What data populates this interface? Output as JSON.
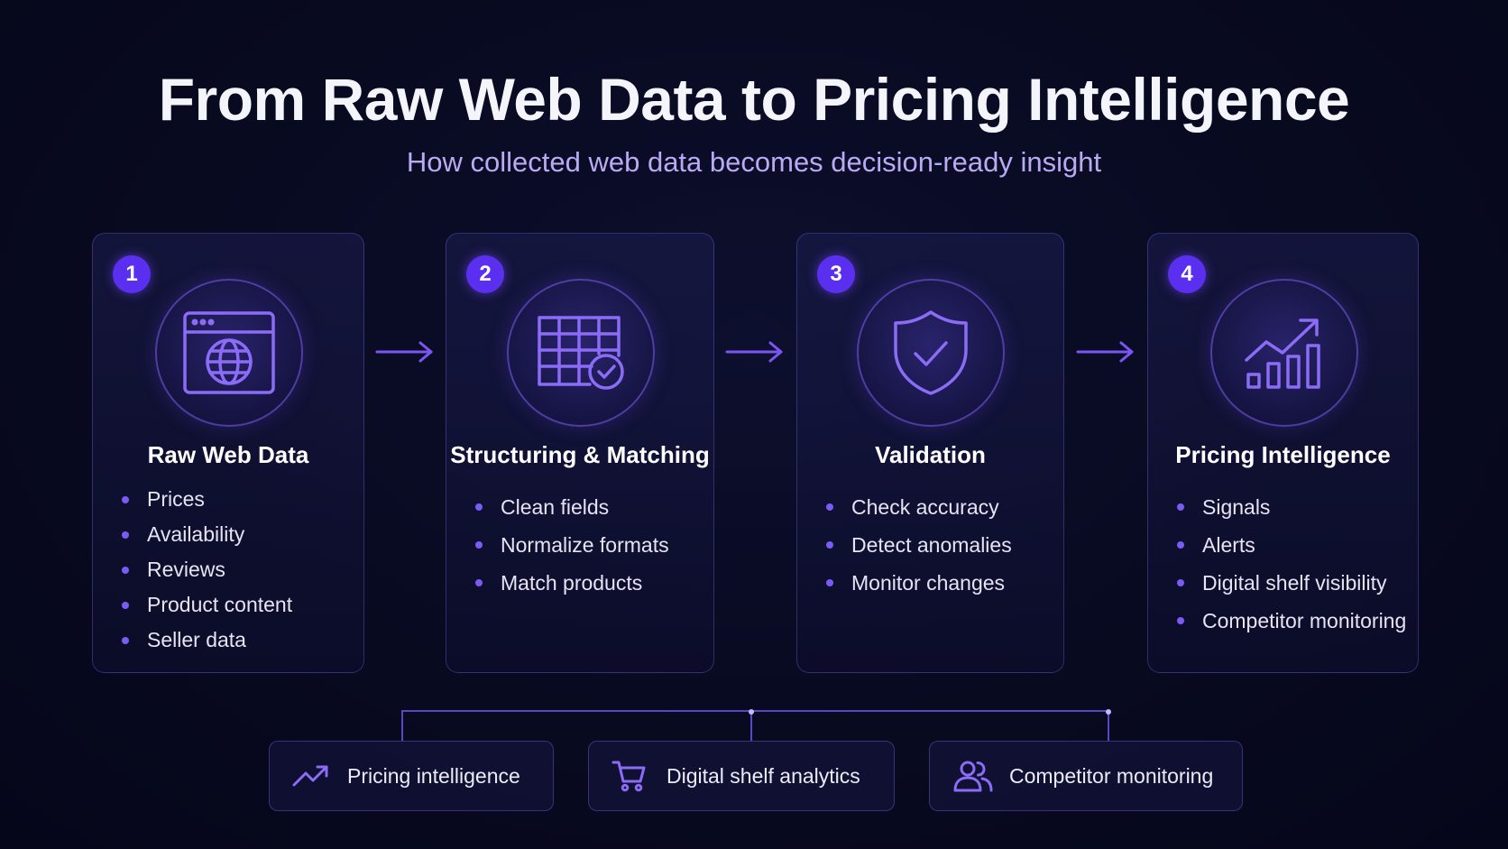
{
  "title": "From Raw Web Data to Pricing Intelligence",
  "subtitle": "How collected web data becomes decision-ready insight",
  "accent_color": "#5b2ff0",
  "steps": [
    {
      "number": "1",
      "title": "Raw Web Data",
      "icon": "browser-globe-icon",
      "items": [
        "Prices",
        "Availability",
        "Reviews",
        "Product content",
        "Seller data"
      ]
    },
    {
      "number": "2",
      "title": "Structuring & Matching",
      "icon": "table-check-icon",
      "items": [
        "Clean fields",
        "Normalize formats",
        "Match products"
      ]
    },
    {
      "number": "3",
      "title": "Validation",
      "icon": "shield-check-icon",
      "items": [
        "Check accuracy",
        "Detect anomalies",
        "Monitor changes"
      ]
    },
    {
      "number": "4",
      "title": "Pricing Intelligence",
      "icon": "bar-chart-trend-icon",
      "items": [
        "Signals",
        "Alerts",
        "Digital shelf visibility",
        "Competitor monitoring"
      ]
    }
  ],
  "outputs": [
    {
      "label": "Pricing intelligence",
      "icon": "trend-up-icon"
    },
    {
      "label": "Digital shelf analytics",
      "icon": "cart-icon"
    },
    {
      "label": "Competitor monitoring",
      "icon": "users-icon"
    }
  ]
}
